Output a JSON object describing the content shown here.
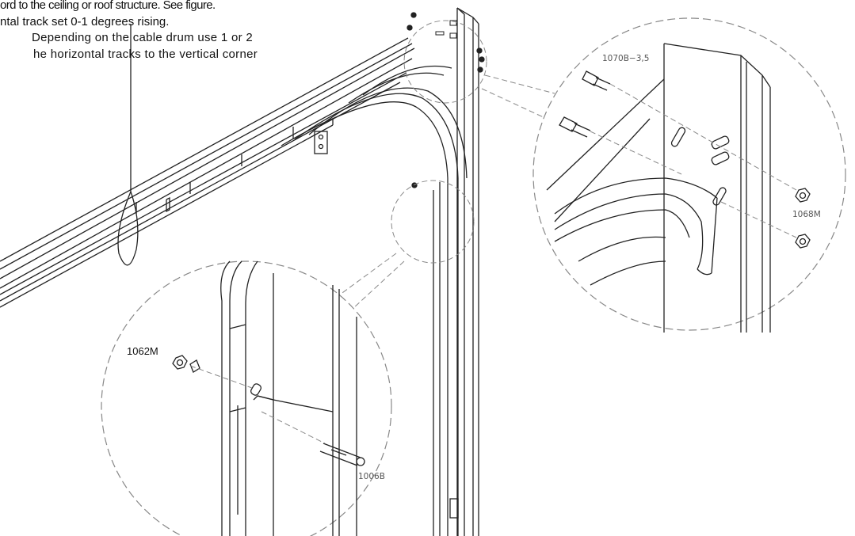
{
  "instructions": [
    "ord to the ceiling or roof structure. See figure.",
    "ntal track set 0-1 degrees rising.",
    "Depending on the cable drum use 1 or 2",
    "he horizontal tracks to the vertical corner"
  ],
  "part_labels": {
    "top_bolt": "1070B−3,5",
    "top_nut": "1068M",
    "bottom_nut": "1062M",
    "bottom_bolt": "1006B"
  }
}
